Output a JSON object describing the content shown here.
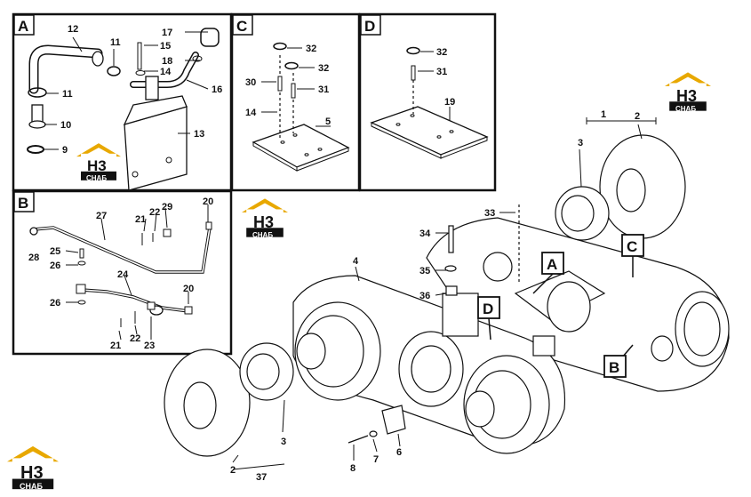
{
  "panels": {
    "A": {
      "letter": "A",
      "labels": {
        "l12": "12",
        "l11a": "11",
        "l15": "15",
        "l17": "17",
        "l14": "14",
        "l18": "18",
        "l16": "16",
        "l11b": "11",
        "l10": "10",
        "l13": "13",
        "l9": "9"
      }
    },
    "C": {
      "letter": "C",
      "labels": {
        "l32a": "32",
        "l32b": "32",
        "l30": "30",
        "l31": "31",
        "l14": "14",
        "l5": "5"
      }
    },
    "D": {
      "letter": "D",
      "labels": {
        "l32": "32",
        "l31": "31",
        "l19": "19"
      }
    },
    "B": {
      "letter": "B",
      "labels": {
        "l27": "27",
        "l21a": "21",
        "l22a": "22",
        "l29": "29",
        "l20a": "20",
        "l28": "28",
        "l25": "25",
        "l26a": "26",
        "l24": "24",
        "l20b": "20",
        "l26b": "26",
        "l21b": "21",
        "l22b": "22",
        "l23": "23"
      }
    }
  },
  "main": {
    "callouts": {
      "A": "A",
      "B": "B",
      "C": "C",
      "D": "D"
    },
    "labels": {
      "l1": "1",
      "l2a": "2",
      "l3a": "3",
      "l33": "33",
      "l34": "34",
      "l4": "4",
      "l35": "35",
      "l36": "36",
      "l3b": "3",
      "l2b": "2",
      "l37": "37",
      "l8": "8",
      "l7": "7",
      "l6": "6"
    }
  },
  "logo": {
    "main_text": "H3",
    "sub_text": "CHAБ",
    "colors": {
      "roof": "#e8a800",
      "text": "#111111",
      "band": "#111111"
    }
  },
  "colors": {
    "line": "#1a1a1a",
    "background": "#ffffff"
  }
}
